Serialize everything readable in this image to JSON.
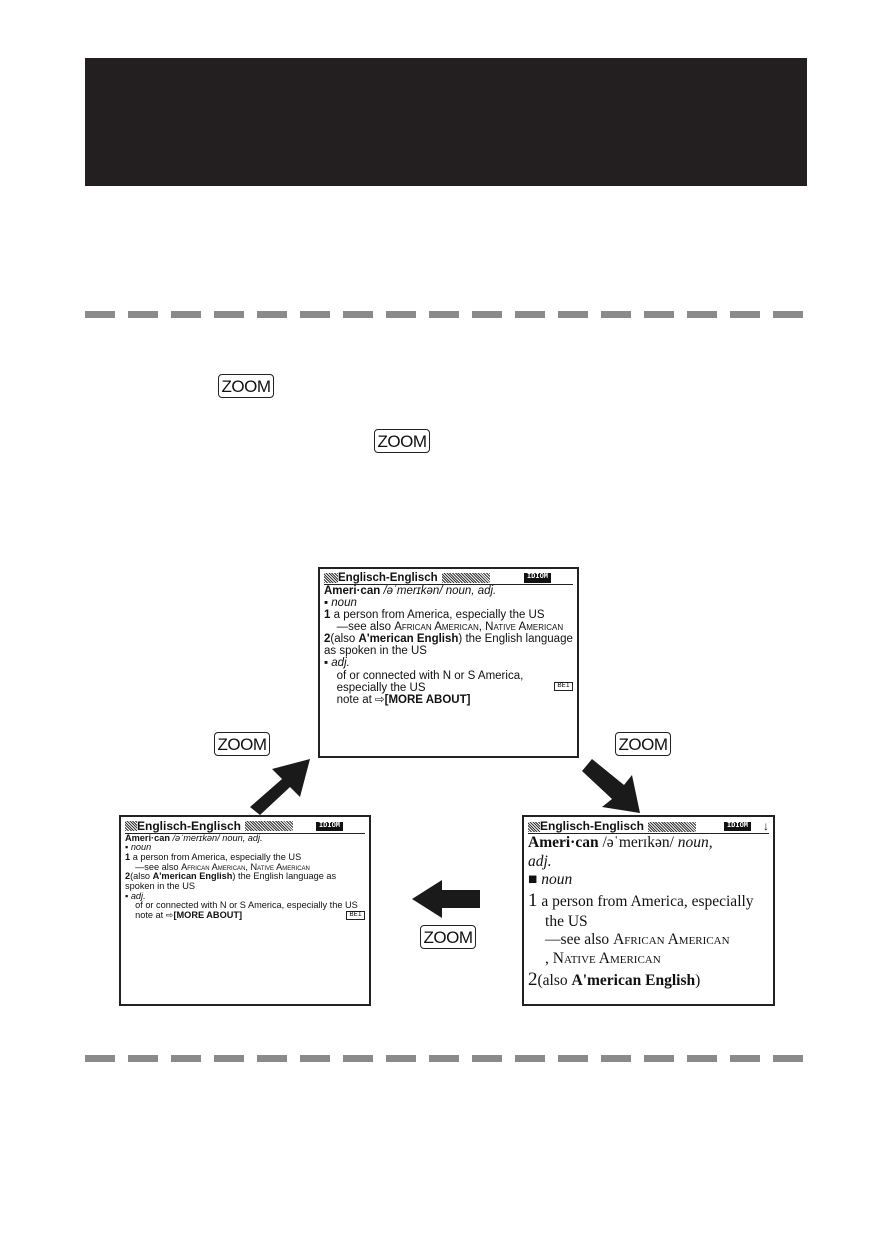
{
  "keys": {
    "zoom": "ZOOM"
  },
  "screen": {
    "title": "Englisch-Englisch",
    "badge": "IDIOM",
    "headword": "Ameri·can",
    "pron": "/əˈmerɪkən/",
    "pos": "noun, adj.",
    "pos_line2": "adj.",
    "noun": "noun",
    "sense1": "a person from America, especially the US",
    "see_also": "—see also",
    "ref1": "African American",
    "ref2": "Native American",
    "sense2_pre": "(also",
    "sense2_bold": "A'merican English",
    "sense2_post": ") the English language as spoken in the US",
    "adj": "adj.",
    "adj_def": "of or connected with N or S America, especially the US",
    "bei": "BEI",
    "note": "note at ⇨",
    "note_ref": "[MORE ABOUT]",
    "num1": "1",
    "num2": "2",
    "scroll": "↓"
  }
}
